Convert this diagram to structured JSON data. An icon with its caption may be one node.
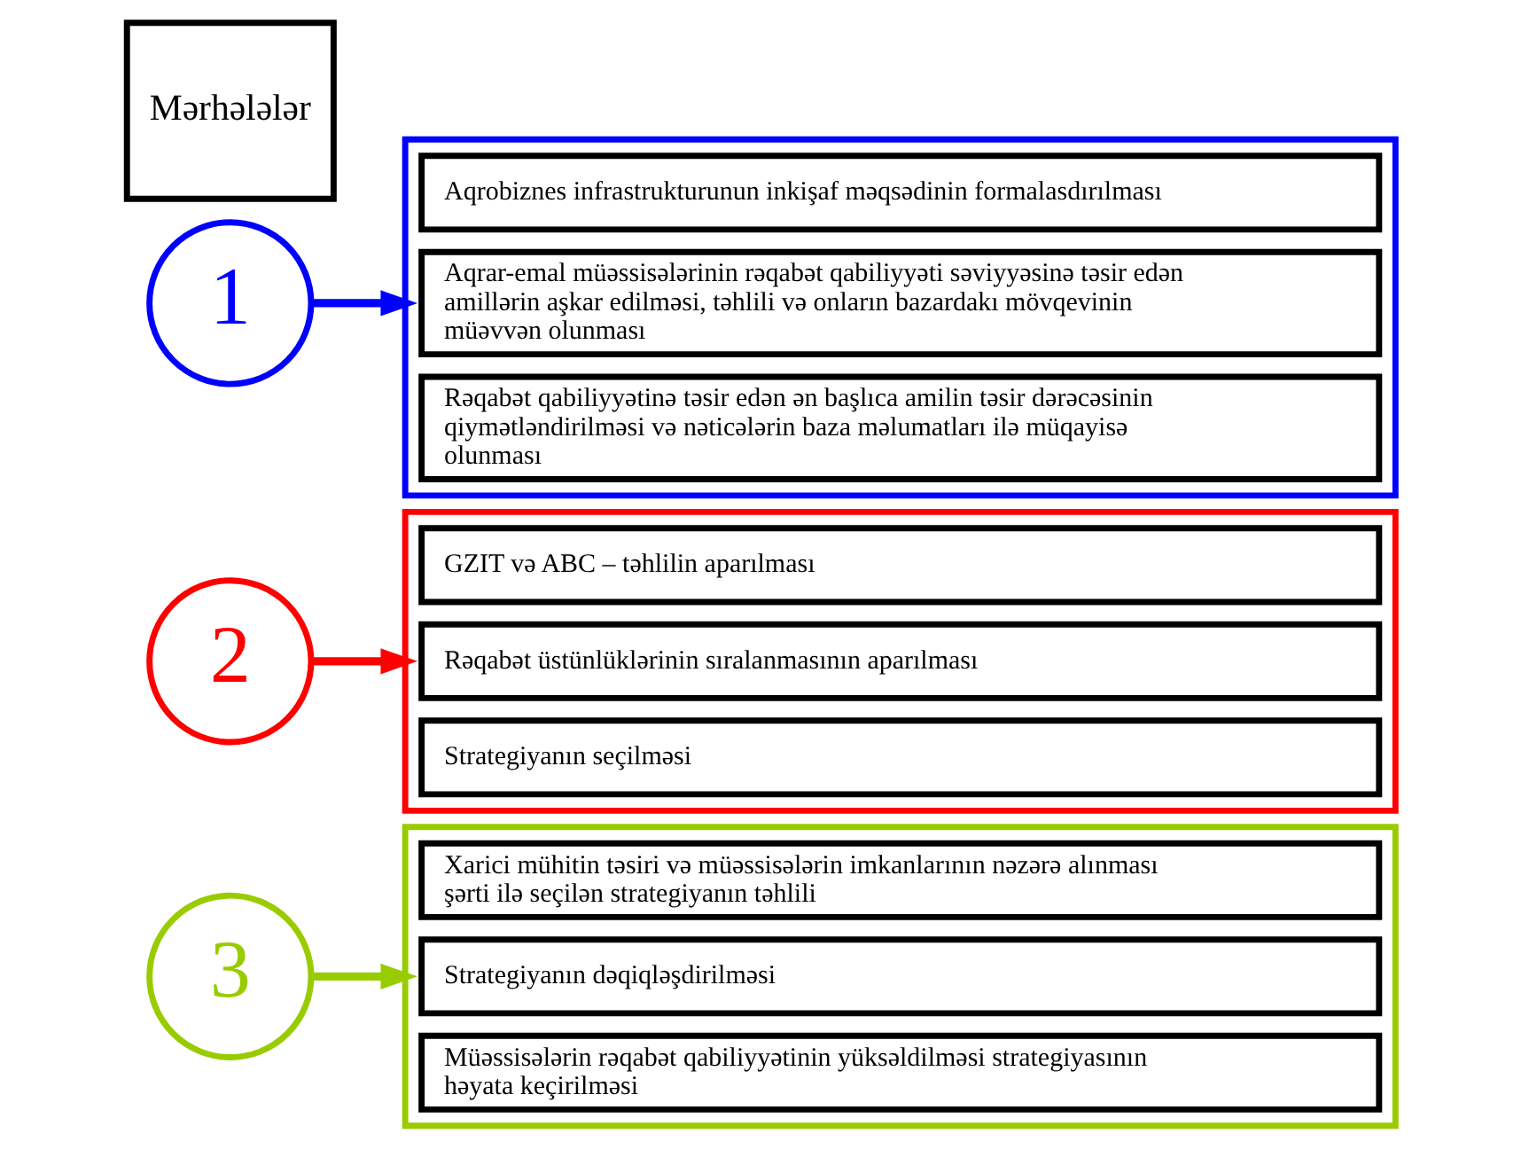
{
  "diagram": {
    "nodes": [
      {
        "text": [
          "Mərhələlər"
        ]
      },
      {
        "text": [
          "1"
        ]
      },
      {
        "text": [],
        "shape": "box"
      },
      {
        "text": [
          "Aqrobiznes infrastrukturunun inkişaf məqsədinin formalasdırılması"
        ],
        "in": 2
      },
      {
        "text": [
          "Aqrar-emal müəssisələrinin rəqabət qabiliyyəti səviyyəsinə təsir edən amillərin aşkar edilməsi, təhlili və onların bazardakı mövqevinin müəvvən olunması"
        ],
        "in": 2
      },
      {
        "text": [
          "Rəqabət qabiliyyətinə təsir edən ən başlıca amilin təsir dərəcəsinin qiymətləndirilməsi və nəticələrin baza məlumatları ilə müqayisə olunması"
        ],
        "in": 2
      },
      {
        "text": [
          "2"
        ]
      },
      {
        "text": [],
        "shape": "box"
      },
      {
        "text": [
          "GZIT və ABC – təhlilin aparılması"
        ],
        "in": 7
      },
      {
        "text": [
          "Rəqabət üstünlüklərinin sıralanmasının aparılması"
        ],
        "in": 7
      },
      {
        "text": [
          "Strategiyanın seçilməsi"
        ],
        "in": 7
      },
      {
        "text": [
          "3"
        ]
      },
      {
        "text": [],
        "shape": "box"
      },
      {
        "text": [
          "Xarici mühitin təsiri və müəssisələrin imkanlarının nəzərə alınması şərti ilə seçilən strategiyanın təhlili"
        ],
        "in": 12
      },
      {
        "text": [
          "Strategiyanın dəqiqləşdirilməsi"
        ],
        "in": 12
      },
      {
        "text": [
          "Müəssisələrin rəqabət qabiliyyətinin yüksəldilməsi strategiyasının həyata keçirilməsi"
        ],
        "in": 12
      }
    ],
    "edges": [
      {
        "from": 1,
        "to": 2,
        "arrow": "to",
        "color": "#0000ff"
      },
      {
        "from": 6,
        "to": 7,
        "arrow": "to",
        "color": "#ff0000"
      },
      {
        "from": 11,
        "to": 12,
        "arrow": "to",
        "color": "#99cc00"
      }
    ]
  }
}
